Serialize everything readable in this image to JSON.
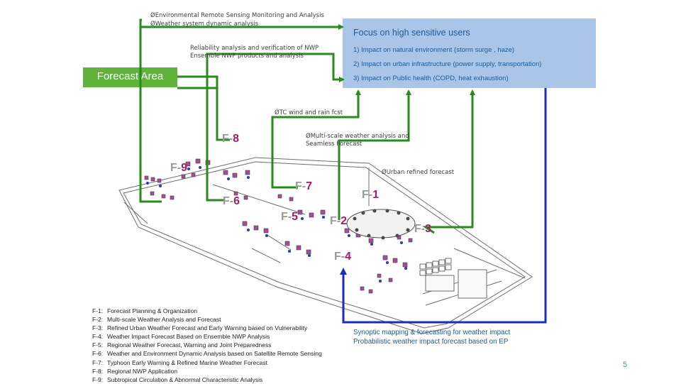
{
  "top_bullets": [
    "ØEnvironmental Remote Sensing Monitoring and Analysis",
    "ØWeather system dynamic analysis"
  ],
  "reliability_lines": [
    "Reliability analysis and verification of NWP",
    "Ensemble NWP products and analysis"
  ],
  "focus": {
    "title": "Focus on high sensitive users",
    "items": [
      "1) Impact on natural environment (storm surge , haze)",
      "2) Impact on urban infrastructure (power supply, transportation)",
      "3) Impact on Public health (COPD, heat exhaustion)"
    ]
  },
  "forecast_area": "Forecast Area",
  "tc_label": "ØTC wind and rain fcst",
  "multiscale_lines": [
    "ØMulti-scale weather analysis and",
    "Seamless Forecast"
  ],
  "urban_label": "ØUrban refined forecast",
  "floor_labels": [
    {
      "prefix": "F-",
      "num": "8"
    },
    {
      "prefix": "F-",
      "num": "9"
    },
    {
      "prefix": "F-",
      "num": "7"
    },
    {
      "prefix": "F-",
      "num": "6"
    },
    {
      "prefix": "F-",
      "num": "1"
    },
    {
      "prefix": "F-",
      "num": "5"
    },
    {
      "prefix": "F-",
      "num": "2"
    },
    {
      "prefix": "F-",
      "num": "3"
    },
    {
      "prefix": "F-",
      "num": "4"
    }
  ],
  "legend": [
    {
      "code": "F-1:",
      "text": "Forecast Planning & Organization"
    },
    {
      "code": "F-2:",
      "text": "Multi-scale Weather Analysis and Forecast"
    },
    {
      "code": "F-3:",
      "text": "Refined Urban Weather Forecast and Early Warning based on Vulnerability"
    },
    {
      "code": "F-4:",
      "text": "Weather Impact Forecast Based on Ensemble NWP Analysis"
    },
    {
      "code": "F-5:",
      "text": "Regional Weather Forecast, Warning and Joint Preparedness"
    },
    {
      "code": "F-6:",
      "text": "Weather and Environment Dynamic Analysis based on Satellite Remote Sensing"
    },
    {
      "code": "F-7:",
      "text": "Typhoon Early Warning & Refined Marine Weather Forecast"
    },
    {
      "code": "F-8:",
      "text": "Regional NWP Application"
    },
    {
      "code": "F-9:",
      "text": "Subtropical Circulation & Abnormal Characteristic Analysis"
    }
  ],
  "synoptic_lines": [
    "Synoptic mapping & forecasting for weather impact",
    "Probabilistic weather impact forecast based on EP"
  ],
  "page_number": "5",
  "colors": {
    "arrow_green": "#2a8a1e",
    "arrow_blue": "#1c2db8",
    "box_blue": "#a9c6e8",
    "box_green": "#5fb33a",
    "label_magenta": "#a21d6b"
  }
}
